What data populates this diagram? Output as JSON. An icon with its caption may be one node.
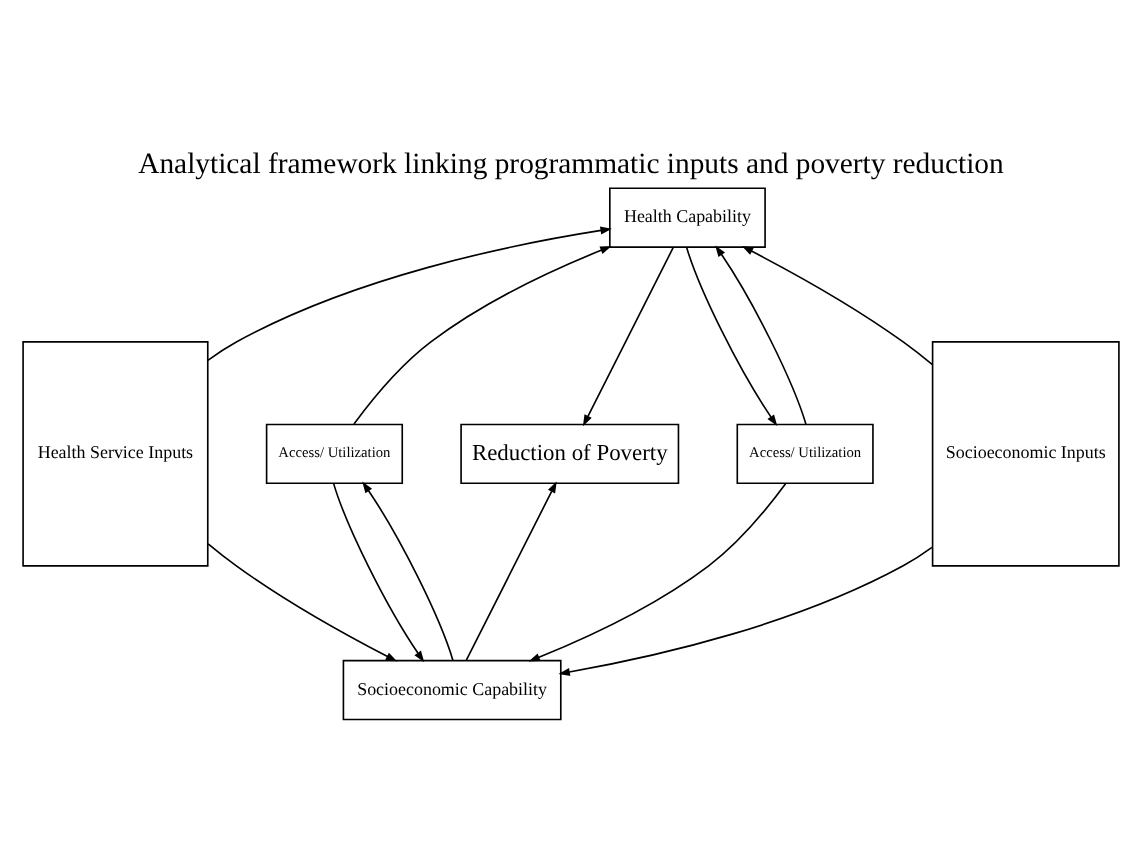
{
  "diagram": {
    "title": "Analytical framework linking programmatic inputs and poverty reduction",
    "nodes": [
      {
        "text": [
          "Health Capability"
        ]
      },
      {
        "text": [
          "Health Service Inputs"
        ]
      },
      {
        "text": [
          "Access/ Utilization"
        ]
      },
      {
        "text": [
          "Reduction of Poverty"
        ]
      },
      {
        "text": [
          "Access/ Utilization"
        ]
      },
      {
        "text": [
          "Socioeconomic Inputs"
        ]
      },
      {
        "text": [
          "Socioeconomic Capability"
        ]
      }
    ],
    "edges": [
      {
        "from": 1,
        "to": 0,
        "arrow": "to"
      },
      {
        "from": 1,
        "to": 6,
        "arrow": "to"
      },
      {
        "from": 2,
        "to": 0,
        "arrow": "to"
      },
      {
        "from": 2,
        "to": 6,
        "arrow": "to"
      },
      {
        "from": 0,
        "to": 3,
        "arrow": "to"
      },
      {
        "from": 0,
        "to": 4,
        "arrow": "to"
      },
      {
        "from": 6,
        "to": 3,
        "arrow": "to"
      },
      {
        "from": 6,
        "to": 2,
        "arrow": "to"
      },
      {
        "from": 4,
        "to": 0,
        "arrow": "to"
      },
      {
        "from": 4,
        "to": 6,
        "arrow": "to"
      },
      {
        "from": 5,
        "to": 0,
        "arrow": "to"
      },
      {
        "from": 5,
        "to": 6,
        "arrow": "to"
      }
    ]
  }
}
